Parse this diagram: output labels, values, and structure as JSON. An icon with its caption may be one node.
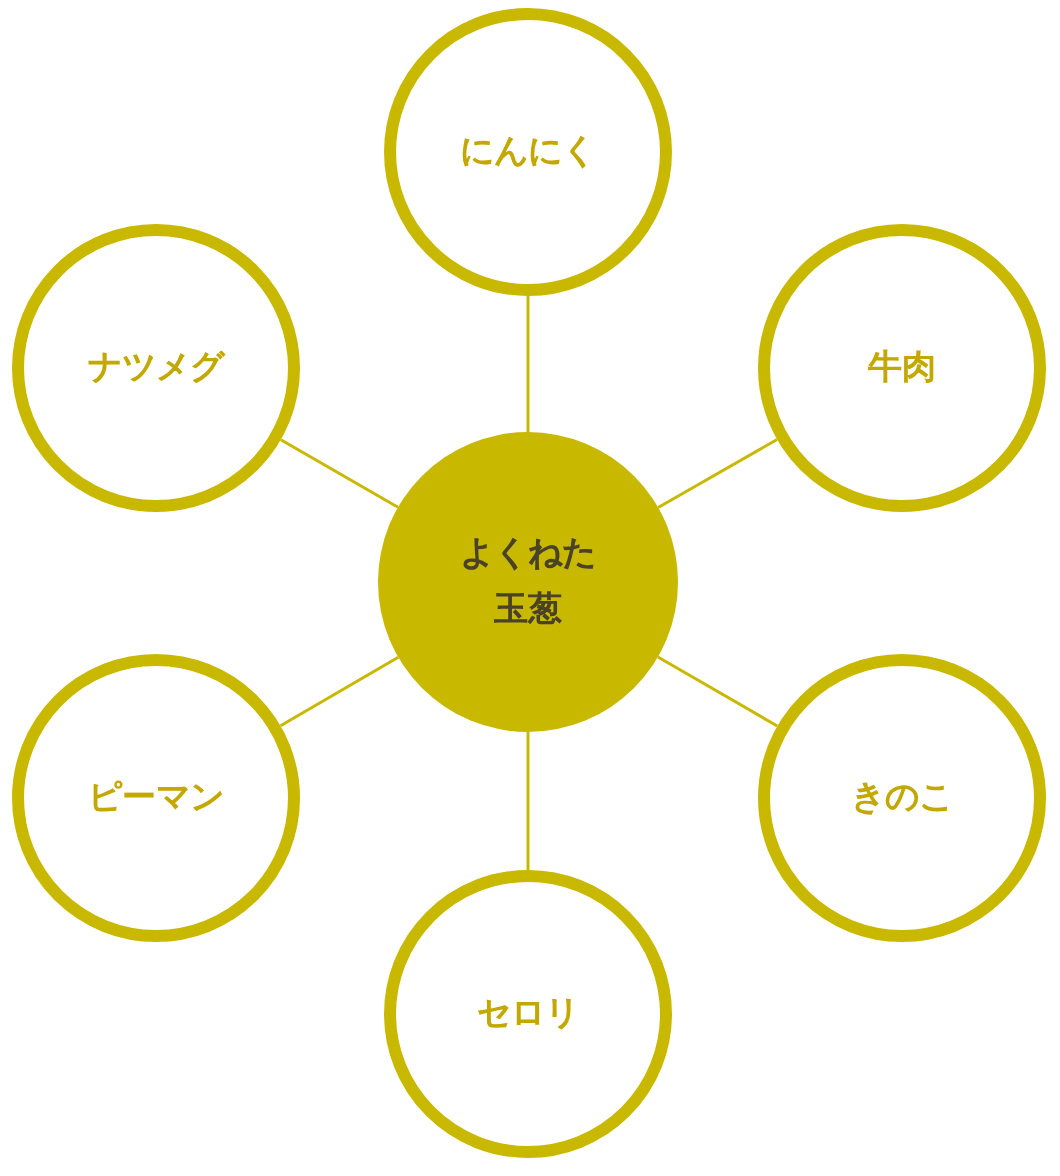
{
  "diagram": {
    "nodes": [
      {
        "text": [
          "よくねた",
          "玉葱"
        ]
      },
      {
        "text": [
          "にんにく"
        ]
      },
      {
        "text": [
          "牛肉"
        ]
      },
      {
        "text": [
          "きのこ"
        ]
      },
      {
        "text": [
          "セロリ"
        ]
      },
      {
        "text": [
          "ピーマン"
        ]
      },
      {
        "text": [
          "ナツメグ"
        ]
      }
    ],
    "edges": [
      {
        "from": 0,
        "to": 1,
        "arrow": "none"
      },
      {
        "from": 0,
        "to": 2,
        "arrow": "none"
      },
      {
        "from": 0,
        "to": 3,
        "arrow": "none"
      },
      {
        "from": 0,
        "to": 4,
        "arrow": "none"
      },
      {
        "from": 0,
        "to": 5,
        "arrow": "none"
      },
      {
        "from": 0,
        "to": 6,
        "arrow": "none"
      }
    ]
  }
}
